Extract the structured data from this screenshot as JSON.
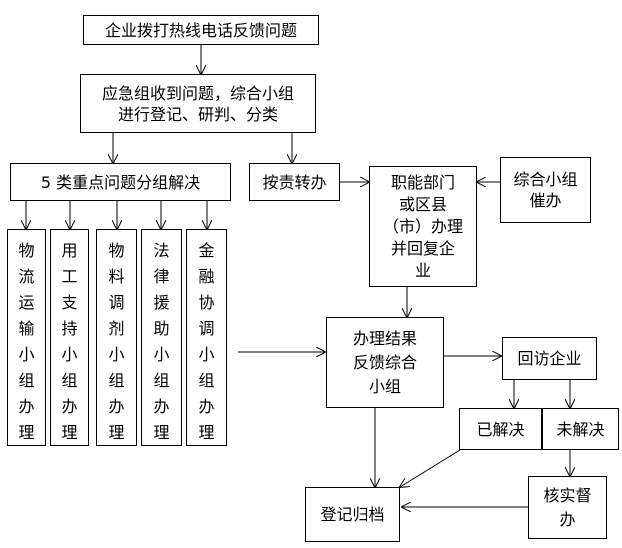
{
  "nodes": {
    "hotline": "企业拨打热线电话反馈问题",
    "register": "应急组收到问题，综合小组\n进行登记、研判、分类",
    "five": "5 类重点问题分组解决",
    "transfer": "按责转办",
    "dept": "职能部门\n或区县\n（市）办理\n并回复企\n业",
    "urge": "综合小组\n催办",
    "g1": "物流运输小组办理",
    "g2": "用工支持小组办理",
    "g3": "物料调剂小组办理",
    "g4": "法律援助小组办理",
    "g5": "金融协调小组办理",
    "feedback": "办理结果\n反馈综合\n小组",
    "revisit": "回访企业",
    "solved": "已解决",
    "unsolved": "未解决",
    "verify": "核实督\n办",
    "archive": "登记归档"
  },
  "colors": {
    "stroke": "#000000",
    "background": "#ffffff"
  }
}
